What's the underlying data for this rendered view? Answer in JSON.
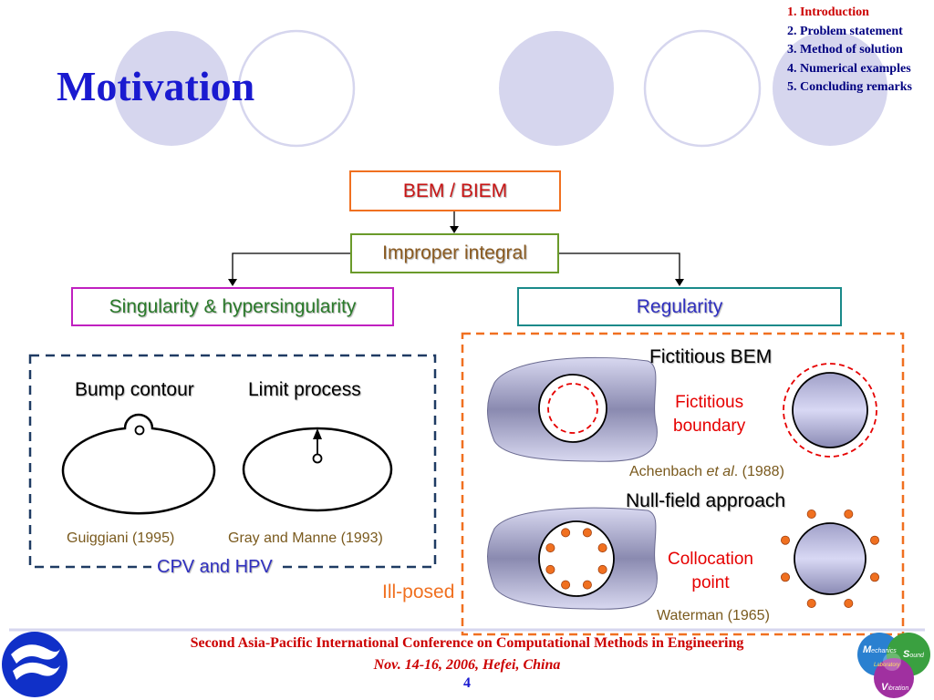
{
  "slide": {
    "title": "Motivation",
    "page_number": "4"
  },
  "outline": [
    {
      "label": "1. Introduction",
      "active": true
    },
    {
      "label": "2. Problem statement",
      "active": false
    },
    {
      "label": "3. Method of solution",
      "active": false
    },
    {
      "label": "4. Numerical examples",
      "active": false
    },
    {
      "label": "5. Concluding remarks",
      "active": false
    }
  ],
  "flow": {
    "top": "BEM / BIEM",
    "middle": "Improper integral",
    "left": "Singularity & hypersingularity",
    "right": "Regularity"
  },
  "left_panel": {
    "bump_contour": "Bump contour",
    "limit_process": "Limit process",
    "cite_left": "Guiggiani (1995)",
    "cite_right": "Gray and Manne (1993)",
    "caption": "CPV and HPV"
  },
  "right_panel": {
    "fictitious_bem": "Fictitious BEM",
    "fictitious_boundary": "Fictitious boundary",
    "fictitious_line1": "Fictitious",
    "fictitious_line2": "boundary",
    "cite_achenbach_pre": "Achenbach ",
    "cite_achenbach_em": "et al",
    "cite_achenbach_post": ". (1988)",
    "null_field": "Null-field approach",
    "collocation_line1": "Collocation",
    "collocation_line2": "point",
    "cite_waterman": "Waterman (1965)",
    "ill_posed": "Ill-posed"
  },
  "footer": {
    "conference": "Second Asia-Pacific International Conference on Computational Methods in Engineering",
    "date_place": "Nov. 14-16, 2006, Hefei, China"
  },
  "logo": {
    "m": "M",
    "echanics": "echanics",
    "s": "S",
    "ound": "ound",
    "laboratory": "Laboratory",
    "v": "V",
    "ibration": "ibration"
  },
  "colors": {
    "title_blue": "#1a1ad0",
    "accent_red": "#e60000",
    "orange_dash": "#f07020",
    "navy_dash": "#1f3b63",
    "magenta": "#c020c0",
    "teal": "#1a8a8a",
    "green": "#6a9a2a"
  }
}
